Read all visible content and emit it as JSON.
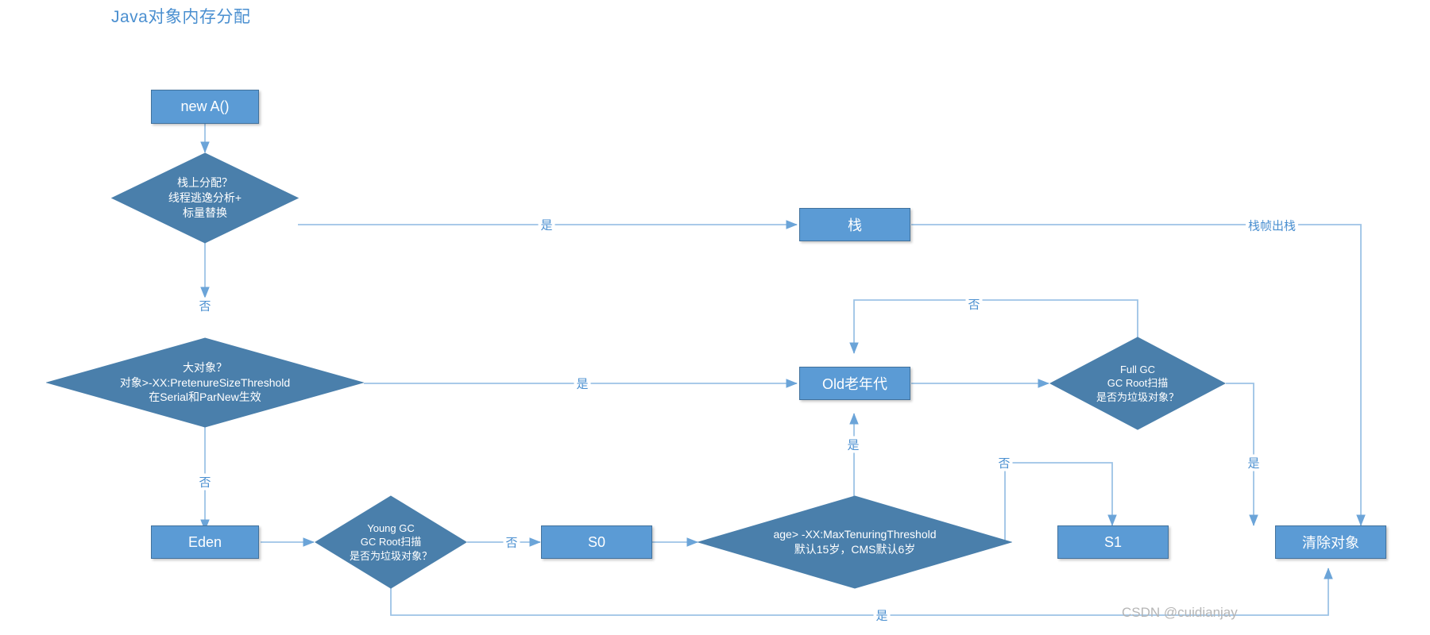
{
  "diagram": {
    "title": "Java对象内存分配",
    "watermark": "CSDN @cuidianjay",
    "accent_color": "#5b9bd5",
    "node_fill": "#5b9bd5",
    "node_fill_diamond": "#4a7fab",
    "node_border": "#41719c",
    "line_color": "#9dc3e6",
    "label_color": "#4a8fd0",
    "background": "#ffffff",
    "type": "flowchart"
  },
  "nodes": {
    "new_a": {
      "label": "new A()",
      "shape": "rect"
    },
    "stack_alloc": {
      "shape": "diamond",
      "line1": "栈上分配？",
      "line2": "线程逃逸分析+",
      "line3": "标量替换"
    },
    "big_object": {
      "shape": "diamond",
      "line1": "大对象？",
      "line2": "对象>-XX:PretenureSizeThreshold",
      "line3": "在Serial和ParNew生效"
    },
    "stack": {
      "label": "栈",
      "shape": "rect"
    },
    "old_gen": {
      "label": "Old老年代",
      "shape": "rect"
    },
    "eden": {
      "label": "Eden",
      "shape": "rect"
    },
    "young_gc": {
      "shape": "diamond",
      "line1": "Young GC",
      "line2": "GC Root扫描",
      "line3": "是否为垃圾对象？"
    },
    "s0": {
      "label": "S0",
      "shape": "rect"
    },
    "age_check": {
      "shape": "diamond",
      "line1": "age> -XX:MaxTenuringThreshold",
      "line2": "默认15岁，CMS默认6岁"
    },
    "s1": {
      "label": "S1",
      "shape": "rect"
    },
    "full_gc": {
      "shape": "diamond",
      "line1": "Full GC",
      "line2": "GC Root扫描",
      "line3": "是否为垃圾对象？"
    },
    "clear_object": {
      "label": "清除对象",
      "shape": "rect"
    }
  },
  "edge_labels": {
    "stack_alloc_yes": "是",
    "stack_alloc_no": "否",
    "big_object_yes": "是",
    "big_object_no": "否",
    "stack_frame_pop": "栈帧出栈",
    "full_gc_no": "否",
    "full_gc_yes": "是",
    "young_gc_no": "否",
    "young_gc_yes": "是",
    "age_yes": "是",
    "age_no": "否"
  }
}
